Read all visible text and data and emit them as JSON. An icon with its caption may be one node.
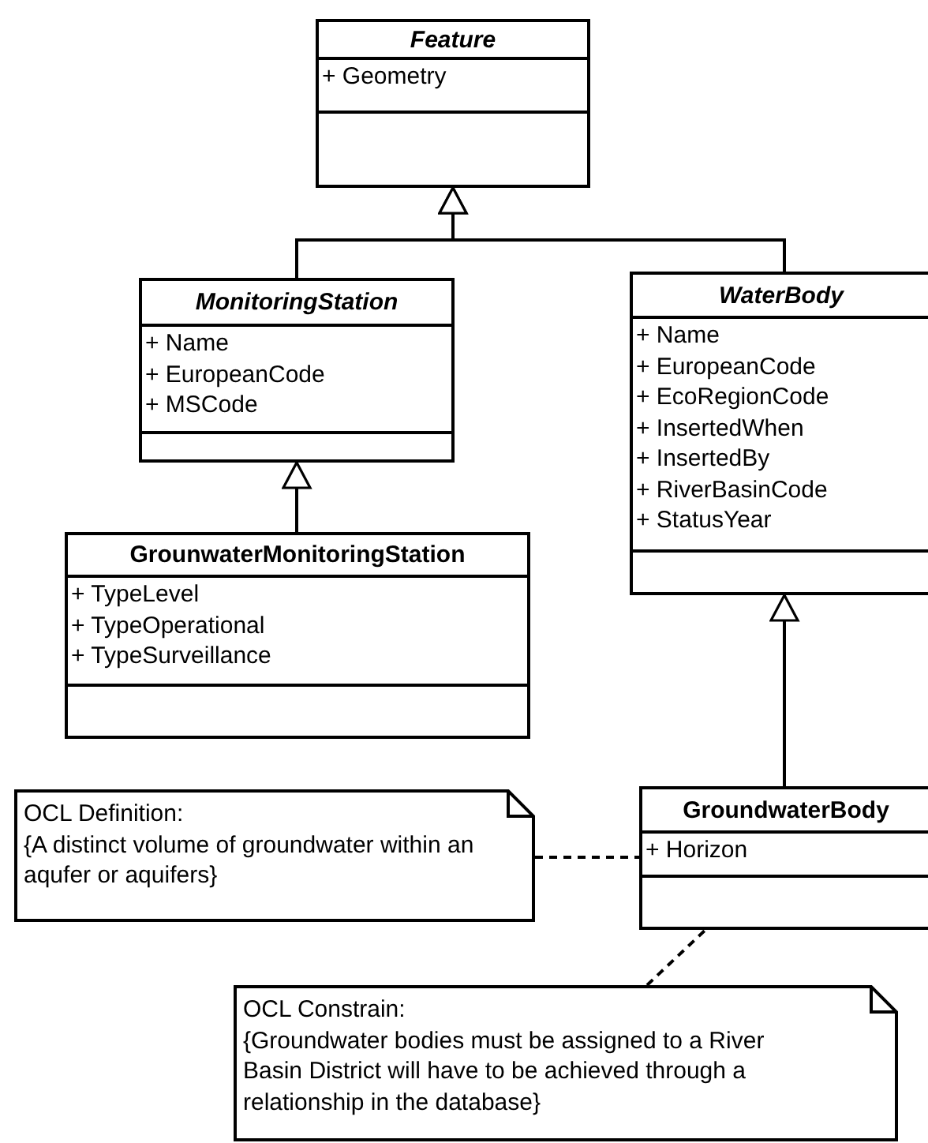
{
  "diagram": {
    "nodes": [
      {
        "text": [
          "Feature",
          "+ Geometry"
        ]
      },
      {
        "text": [
          "MonitoringStation",
          "+ Name",
          "+ EuropeanCode",
          "+ MSCode"
        ]
      },
      {
        "text": [
          "GrounwaterMonitoringStation",
          "+ TypeLevel",
          "+ TypeOperational",
          "+ TypeSurveillance"
        ]
      },
      {
        "text": [
          "WaterBody",
          "+ Name",
          "+ EuropeanCode",
          "+ EcoRegionCode",
          "+ InsertedWhen",
          "+ InsertedBy",
          "+ RiverBasinCode",
          "+ StatusYear"
        ]
      },
      {
        "text": [
          "GroundwaterBody",
          "+ Horizon"
        ]
      },
      {
        "text": [
          "OCL Definition:",
          "{A distinct volume of groundwater within an aqufer or aquifers}"
        ]
      },
      {
        "text": [
          "OCL Constrain:",
          "{Groundwater bodies must be assigned to a River Basin District will have to be achieved through a relationship in the database}"
        ]
      }
    ],
    "edges": [
      {
        "from": 1,
        "to": 0,
        "arrow": "to"
      },
      {
        "from": 3,
        "to": 0,
        "arrow": "to"
      },
      {
        "from": 2,
        "to": 1,
        "arrow": "to"
      },
      {
        "from": 4,
        "to": 3,
        "arrow": "to"
      },
      {
        "from": 5,
        "to": 4,
        "arrow": "none",
        "style": "dashed"
      },
      {
        "from": 6,
        "to": 4,
        "arrow": "none",
        "style": "dashed"
      }
    ]
  }
}
